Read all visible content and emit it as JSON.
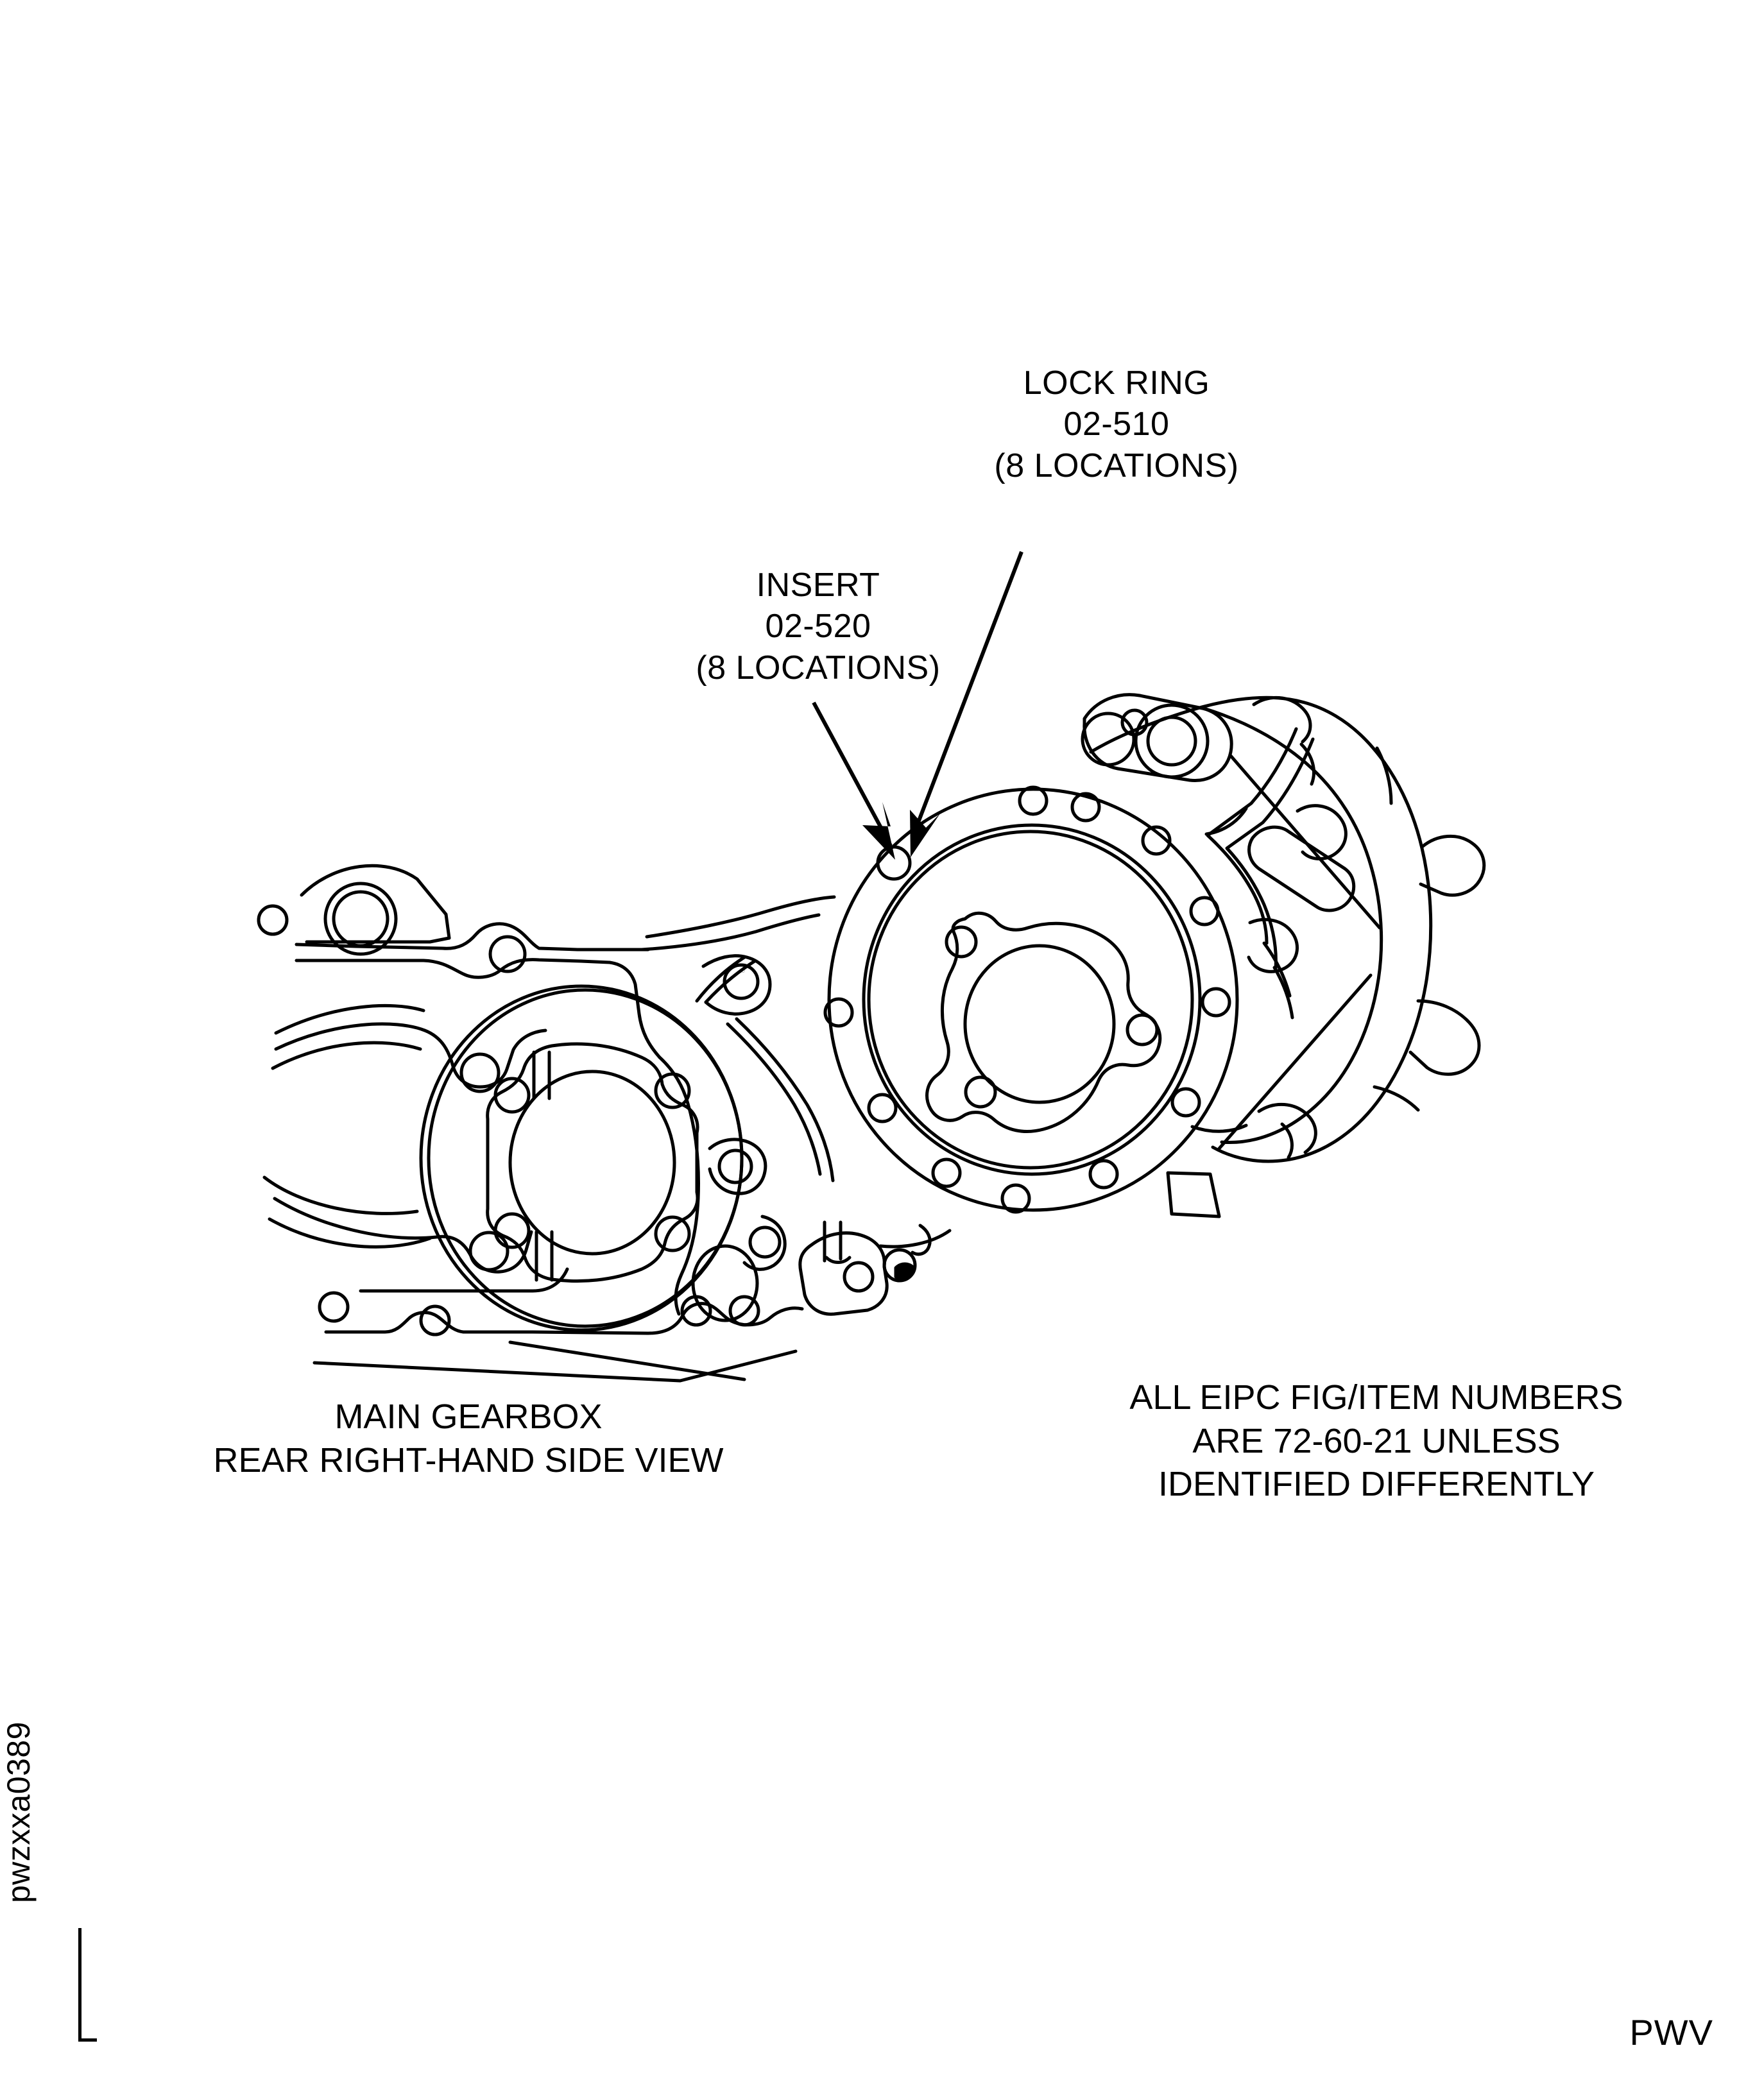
{
  "document": {
    "type": "technical-illustration",
    "drawing_id": "pwzxxa0389",
    "page_code": "PWV",
    "background_color": "#ffffff",
    "line_color": "#000000"
  },
  "callouts": [
    {
      "id": "lock-ring",
      "line1": "LOCK RING",
      "line2": "02-510",
      "line3": "(8 LOCATIONS)"
    },
    {
      "id": "insert",
      "line1": "INSERT",
      "line2": "02-520",
      "line3": "(8 LOCATIONS)"
    }
  ],
  "view_caption": {
    "line1": "MAIN GEARBOX",
    "line2": "REAR RIGHT-HAND SIDE VIEW"
  },
  "eipc_note": {
    "line1": "ALL EIPC FIG/ITEM NUMBERS",
    "line2": "ARE 72-60-21 UNLESS",
    "line3": "IDENTIFIED DIFFERENTLY"
  },
  "footer": {
    "drawing_id": "pwzxxa0389",
    "page_code": "PWV"
  }
}
